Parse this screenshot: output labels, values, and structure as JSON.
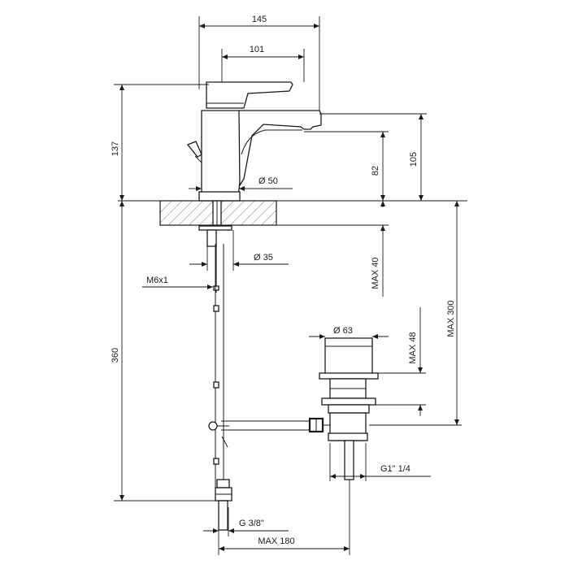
{
  "dimensions": {
    "width_overall": "145",
    "width_spout": "101",
    "height_total": "137",
    "height_spout_top": "105",
    "height_spout_outlet": "82",
    "body_diameter": "Ø 50",
    "hole_diameter": "Ø 35",
    "thread": "M6x1",
    "countertop_max": "MAX 40",
    "below_counter": "360",
    "waste_max": "MAX 300",
    "plug_diameter": "Ø 63",
    "plug_height_max": "MAX 48",
    "waste_thread": "G1\" 1/4",
    "hose_thread": "G 3/8\"",
    "rod_max": "MAX 180"
  }
}
